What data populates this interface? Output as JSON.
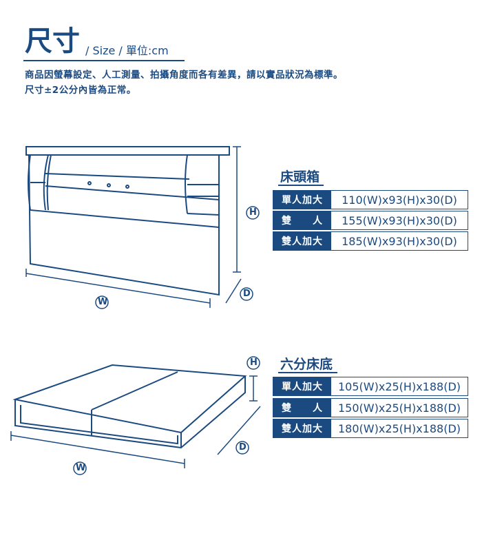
{
  "header": {
    "title": "尺寸",
    "subtitle": "/  Size  /  單位:cm",
    "note_line1": "商品因螢幕設定、人工測量、拍攝角度而各有差異，請以實品狀況為標準。",
    "note_line2": "尺寸±2公分內皆為正常。"
  },
  "headboard": {
    "title": "床頭箱",
    "rows": [
      {
        "label": "單人加大",
        "value": "110(W)x93(H)x30(D)"
      },
      {
        "label": "雙　　人",
        "value": "155(W)x93(H)x30(D)"
      },
      {
        "label": "雙人加大",
        "value": "185(W)x93(H)x30(D)"
      }
    ],
    "dim_w": "W",
    "dim_h": "H",
    "dim_d": "D"
  },
  "bed_base": {
    "title": "六分床底",
    "rows": [
      {
        "label": "單人加大",
        "value": "105(W)x25(H)x188(D)"
      },
      {
        "label": "雙　　人",
        "value": "150(W)x25(H)x188(D)"
      },
      {
        "label": "雙人加大",
        "value": "180(W)x25(H)x188(D)"
      }
    ],
    "dim_w": "W",
    "dim_h": "H",
    "dim_d": "D"
  },
  "colors": {
    "brand": "#1b4a80"
  }
}
